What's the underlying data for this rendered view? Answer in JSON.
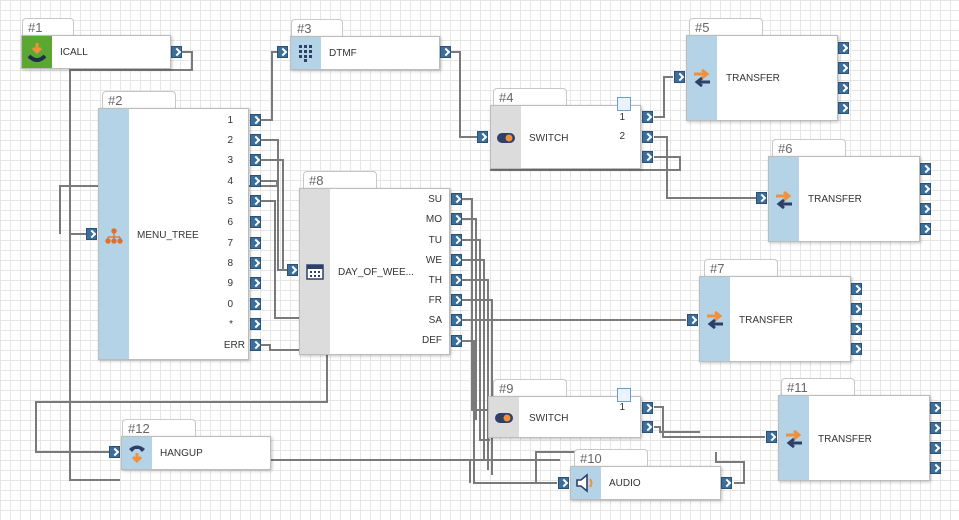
{
  "nodes": {
    "icall": {
      "tab": "#1",
      "label": "ICALL"
    },
    "menu": {
      "tab": "#2",
      "label": "MENU_TREE",
      "outputs": [
        "1",
        "2",
        "3",
        "4",
        "5",
        "6",
        "7",
        "8",
        "9",
        "0",
        "*",
        "ERR"
      ]
    },
    "dtmf": {
      "tab": "#3",
      "label": "DTMF"
    },
    "switch4": {
      "tab": "#4",
      "label": "SWITCH",
      "outputs": [
        "1",
        "2"
      ]
    },
    "transfer5": {
      "tab": "#5",
      "label": "TRANSFER"
    },
    "transfer6": {
      "tab": "#6",
      "label": "TRANSFER"
    },
    "transfer7": {
      "tab": "#7",
      "label": "TRANSFER"
    },
    "dow": {
      "tab": "#8",
      "label": "DAY_OF_WEE...",
      "outputs": [
        "SU",
        "MO",
        "TU",
        "WE",
        "TH",
        "FR",
        "SA",
        "DEF"
      ]
    },
    "switch9": {
      "tab": "#9",
      "label": "SWITCH",
      "outputs": [
        "1"
      ]
    },
    "audio": {
      "tab": "#10",
      "label": "AUDIO"
    },
    "transfer11": {
      "tab": "#11",
      "label": "TRANSFER"
    },
    "hangup": {
      "tab": "#12",
      "label": "HANGUP"
    }
  },
  "colors": {
    "strip_blue": "#b5d3e7",
    "strip_gray": "#dcdcdc",
    "icall_green": "#5aa832",
    "port_blue": "#3c6e9a",
    "wire": "#7a7a7a",
    "transfer_orange": "#f0903a",
    "transfer_navy": "#2e3f68"
  },
  "icons": {
    "icall": "incoming-call-icon",
    "menu": "org-tree-icon",
    "dtmf": "keypad-icon",
    "switch": "toggle-switch-icon",
    "transfer": "transfer-arrows-icon",
    "dow": "calendar-icon",
    "audio": "speaker-icon",
    "hangup": "hangup-phone-icon",
    "copy": "copy-icon"
  }
}
